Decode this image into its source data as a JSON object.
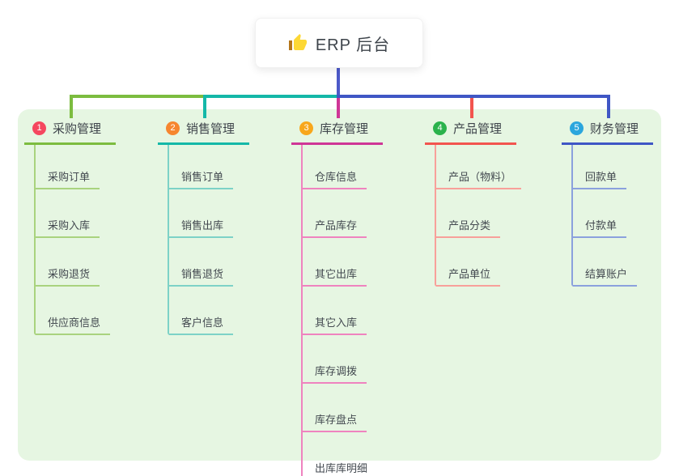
{
  "root": {
    "title": "ERP 后台",
    "icon": "thumbs-up",
    "line_color": "#4c59c9"
  },
  "panel": {
    "bg_color": "#e6f6e2"
  },
  "text_color": "#3e444b",
  "branches": [
    {
      "num": "1",
      "title": "采购管理",
      "badge_color": "#f5475f",
      "line_color": "#7cbc3f",
      "light_color": "#a9d37e",
      "children": [
        "采购订单",
        "采购入库",
        "采购退货",
        "供应商信息"
      ]
    },
    {
      "num": "2",
      "title": "销售管理",
      "badge_color": "#f6862f",
      "line_color": "#14b8a8",
      "light_color": "#7dd2c7",
      "children": [
        "销售订单",
        "销售出库",
        "销售退货",
        "客户信息"
      ]
    },
    {
      "num": "3",
      "title": "库存管理",
      "badge_color": "#f8a71c",
      "line_color": "#cf3596",
      "light_color": "#ef83bf",
      "children": [
        "仓库信息",
        "产品库存",
        "其它出库",
        "其它入库",
        "库存调拨",
        "库存盘点",
        "出库库明细"
      ]
    },
    {
      "num": "4",
      "title": "产品管理",
      "badge_color": "#2bb24c",
      "line_color": "#f2544e",
      "light_color": "#f8a09a",
      "children": [
        "产品（物料）",
        "产品分类",
        "产品单位"
      ]
    },
    {
      "num": "5",
      "title": "财务管理",
      "badge_color": "#2ba6dd",
      "line_color": "#3f56c5",
      "light_color": "#8ba1dd",
      "children": [
        "回款单",
        "付款单",
        "结算账户"
      ]
    }
  ]
}
